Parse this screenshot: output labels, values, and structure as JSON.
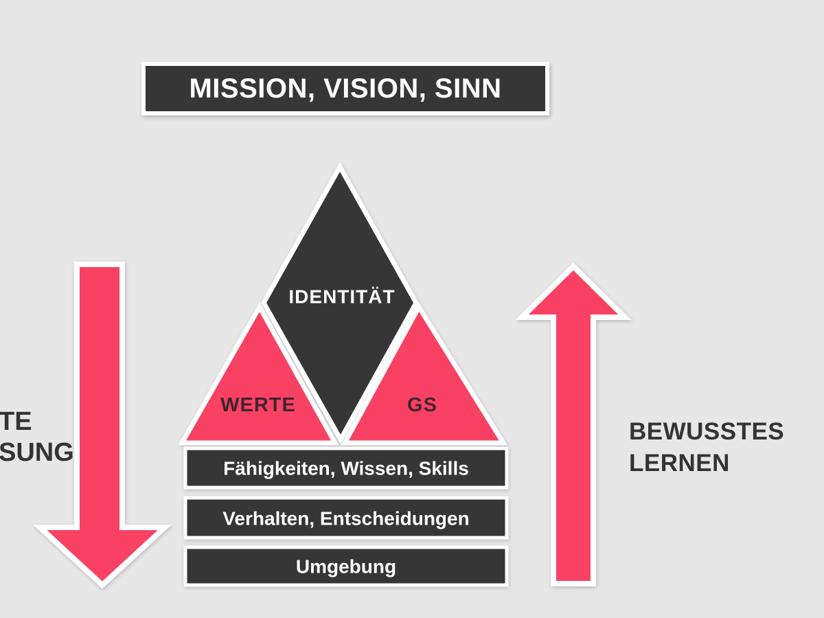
{
  "title": {
    "text": "MISSION, VISION, SINN"
  },
  "pyramid": {
    "identity_label": "IDENTITÄT",
    "left_triangle_label": "WERTE",
    "right_triangle_label": "GS",
    "bars": [
      "Fähigkeiten, Wissen, Skills",
      "Verhalten, Entscheidungen",
      "Umgebung"
    ]
  },
  "left_arrow": {
    "direction": "down",
    "label_lines": [
      "TE",
      "SUNG"
    ]
  },
  "right_arrow": {
    "direction": "up",
    "label_lines": [
      "BEWUSSTES",
      "LERNEN"
    ]
  },
  "colors": {
    "background": "#e8e7e7",
    "dark": "#363636",
    "pink": "#f94263",
    "triangle_label": "#42242e",
    "side_label": "#333333",
    "text_on_dark": "#ffffff"
  }
}
